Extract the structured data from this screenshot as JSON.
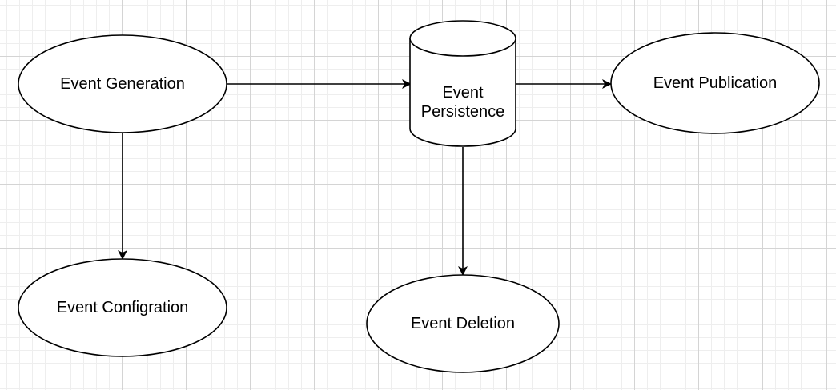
{
  "nodes": {
    "event_generation": {
      "label": "Event Generation",
      "shape": "ellipse"
    },
    "event_persistence": {
      "label_line1": "Event",
      "label_line2": "Persistence",
      "shape": "cylinder"
    },
    "event_publication": {
      "label": "Event Publication",
      "shape": "ellipse"
    },
    "event_configration": {
      "label": "Event Configration",
      "shape": "ellipse"
    },
    "event_deletion": {
      "label": "Event Deletion",
      "shape": "ellipse"
    }
  },
  "edges": [
    {
      "from": "event_generation",
      "to": "event_persistence"
    },
    {
      "from": "event_persistence",
      "to": "event_publication"
    },
    {
      "from": "event_generation",
      "to": "event_configration"
    },
    {
      "from": "event_persistence",
      "to": "event_deletion"
    }
  ],
  "colors": {
    "stroke": "#000000",
    "fill": "#ffffff",
    "grid": "#d4d4d4"
  }
}
